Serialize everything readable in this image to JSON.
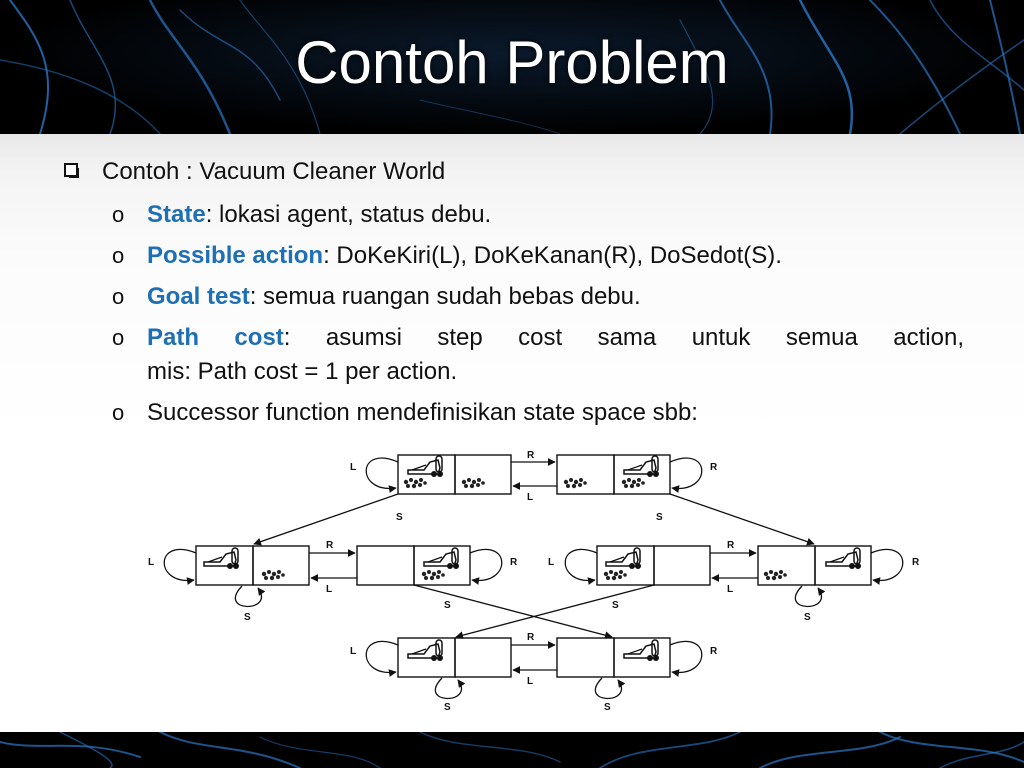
{
  "slide": {
    "title": "Contoh Problem"
  },
  "bullets": {
    "main": "Contoh : Vacuum Cleaner World",
    "state": {
      "keyword": "State",
      "text": ": lokasi agent, status debu."
    },
    "possible_action": {
      "keyword": "Possible action",
      "text": ": DoKeKiri(L), DoKeKanan(R), DoSedot(S)."
    },
    "goal_test": {
      "keyword": "Goal test",
      "text": ":  semua ruangan sudah bebas debu."
    },
    "path_cost": {
      "keyword": "Path cost",
      "text_line1": ":  asumsi step cost sama untuk semua action,",
      "text_line2": "mis: Path cost = 1 per action."
    },
    "successor": "Successor function mendefinisikan state space sbb:"
  },
  "sub_bullet_glyph": "o",
  "diagram": {
    "labels": {
      "left": "L",
      "right": "R",
      "suck": "S"
    }
  },
  "colors": {
    "keyword": "#1f6fb5",
    "title": "#ffffff",
    "background_veins": "#2a78c8"
  },
  "icons": [
    "vacuum-icon",
    "dirt-icon",
    "checkbox-bullet-icon"
  ]
}
